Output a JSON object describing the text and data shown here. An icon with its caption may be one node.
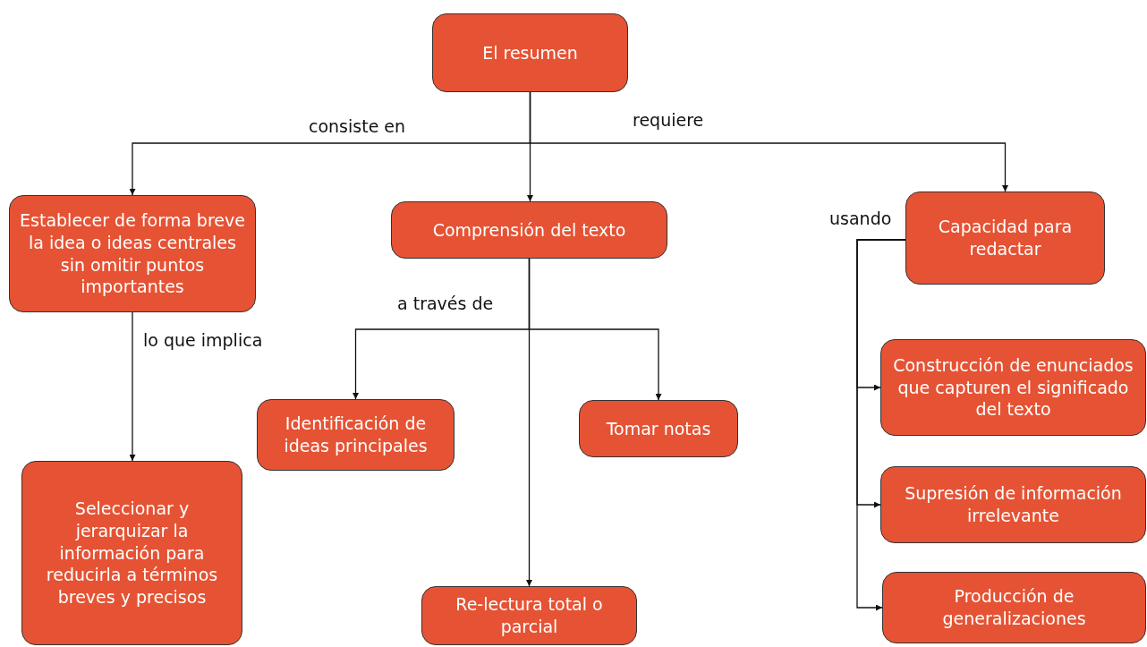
{
  "diagram": {
    "nodes": [
      {
        "text": [
          "El resumen"
        ]
      },
      {
        "text": [
          "Establecer de forma breve la idea o ideas centrales sin omitir puntos importantes"
        ]
      },
      {
        "text": [
          "Comprensión del texto"
        ]
      },
      {
        "text": [
          "Capacidad para redactar"
        ]
      },
      {
        "text": [
          "Identificación de ideas principales"
        ]
      },
      {
        "text": [
          "Tomar notas"
        ]
      },
      {
        "text": [
          "Re-lectura total o parcial"
        ]
      },
      {
        "text": [
          "Construcción de enunciados que capturen el significado del texto"
        ]
      },
      {
        "text": [
          "Supresión de información irrelevante"
        ]
      },
      {
        "text": [
          "Producción de generalizaciones"
        ]
      },
      {
        "text": [
          "Seleccionar y jerarquizar la información para reducirla a términos breves y precisos"
        ]
      }
    ],
    "edges": [
      {
        "from": 0,
        "to": 1,
        "arrow": "to",
        "label": "consiste en"
      },
      {
        "from": 0,
        "to": 2,
        "arrow": "to"
      },
      {
        "from": 0,
        "to": 3,
        "arrow": "to",
        "label": "requiere"
      },
      {
        "from": 1,
        "to": 10,
        "arrow": "to",
        "label": "lo que implica"
      },
      {
        "from": 2,
        "to": 4,
        "arrow": "to",
        "label": "a través de"
      },
      {
        "from": 2,
        "to": 5,
        "arrow": "to"
      },
      {
        "from": 2,
        "to": 6,
        "arrow": "to"
      },
      {
        "from": 3,
        "to": 7,
        "arrow": "to",
        "label": "usando"
      },
      {
        "from": 3,
        "to": 8,
        "arrow": "to"
      },
      {
        "from": 3,
        "to": 9,
        "arrow": "to"
      }
    ]
  }
}
